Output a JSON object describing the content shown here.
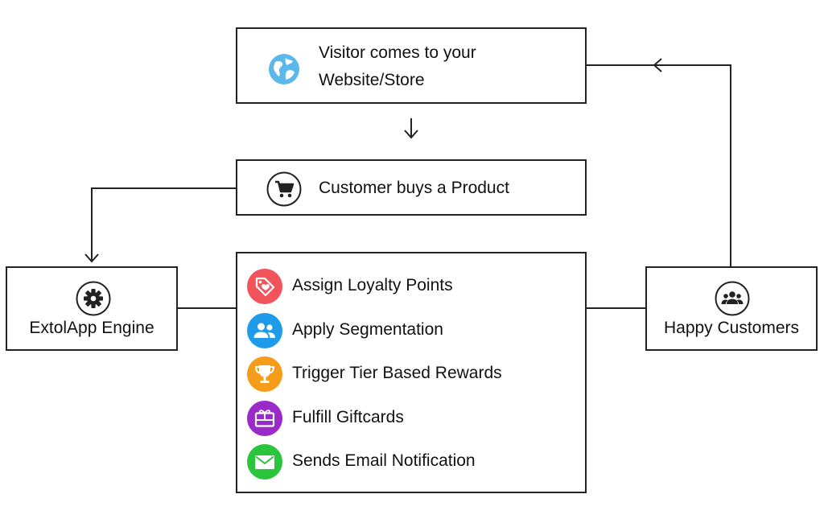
{
  "nodes": {
    "visitor": {
      "line1": "Visitor comes to your",
      "line2": "Website/Store",
      "icon": "globe-icon",
      "icon_color": "#5bb8e8"
    },
    "purchase": {
      "label": "Customer buys a Product",
      "icon": "cart-icon"
    },
    "engine": {
      "label": "ExtolApp Engine",
      "icon": "gear-icon"
    },
    "customers": {
      "label": "Happy Customers",
      "icon": "people-icon"
    }
  },
  "actions": [
    {
      "label": "Assign Loyalty Points",
      "icon": "tag-heart-icon",
      "color": "#f2545b"
    },
    {
      "label": "Apply Segmentation",
      "icon": "users-icon",
      "color": "#1e9be9"
    },
    {
      "label": "Trigger Tier Based Rewards",
      "icon": "trophy-icon",
      "color": "#f59c1a"
    },
    {
      "label": "Fulfill Giftcards",
      "icon": "gift-card-icon",
      "color": "#9b2bc8"
    },
    {
      "label": "Sends Email Notification",
      "icon": "mail-icon",
      "color": "#2bc43d"
    }
  ]
}
